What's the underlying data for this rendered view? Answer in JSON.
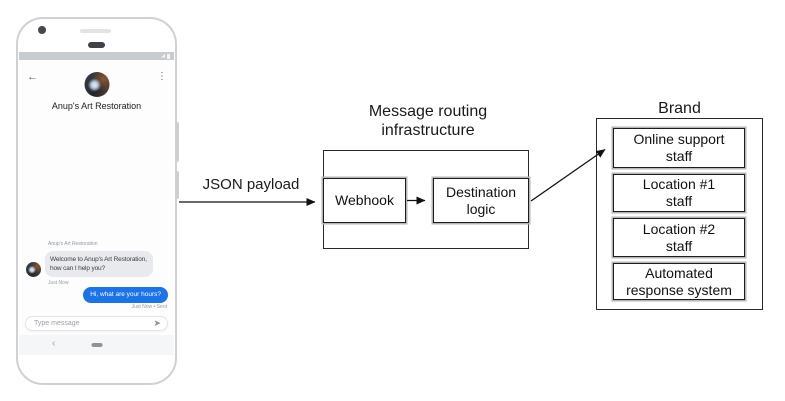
{
  "phone": {
    "status_bar": {
      "signal_icon": "◢"
    },
    "header": {
      "back_icon": "←",
      "menu_icon": "⋮",
      "title": "Anup's Art Restoration"
    },
    "conversation": {
      "sender_label": "Anup's Art Restoration",
      "incoming": {
        "text": "Welcome to Anup's Art Restoration, how can I help you?",
        "timestamp": "Just Now"
      },
      "outgoing": {
        "text": "Hi, what are your hours?",
        "timestamp": "Just Now • Sent"
      }
    },
    "composer": {
      "placeholder": "Type message",
      "send_icon": "➤"
    },
    "nav": {
      "back_icon": "‹"
    }
  },
  "diagram": {
    "json_payload_label": "JSON payload",
    "routing": {
      "title": "Message routing infrastructure",
      "webhook_label": "Webhook",
      "destination_label": "Destination logic"
    },
    "brand": {
      "title": "Brand",
      "items": [
        "Online support staff",
        "Location #1 staff",
        "Location #2 staff",
        "Automated response system"
      ]
    }
  },
  "colors": {
    "outgoing_bubble": "#1a73e8",
    "incoming_bubble": "#e9eaed",
    "arrow": "#111111"
  }
}
